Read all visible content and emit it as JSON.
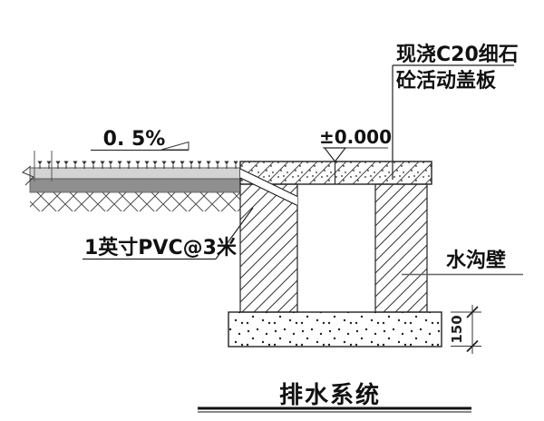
{
  "drawing": {
    "title": "排水系统",
    "labels": {
      "cover_plate_line1": "现浇C20细石",
      "cover_plate_line2": "砼活动盖板",
      "slope": "0. 5%",
      "level": "±0.000",
      "pvc_pipe": "1英寸PVC@3米",
      "ditch_wall": "水沟壁",
      "footing_height": "150"
    },
    "colors": {
      "surface_layer": "#d3d3d3",
      "base_layer": "#8f8f8f",
      "line_dark": "#222222",
      "line_mid": "#555555"
    }
  }
}
